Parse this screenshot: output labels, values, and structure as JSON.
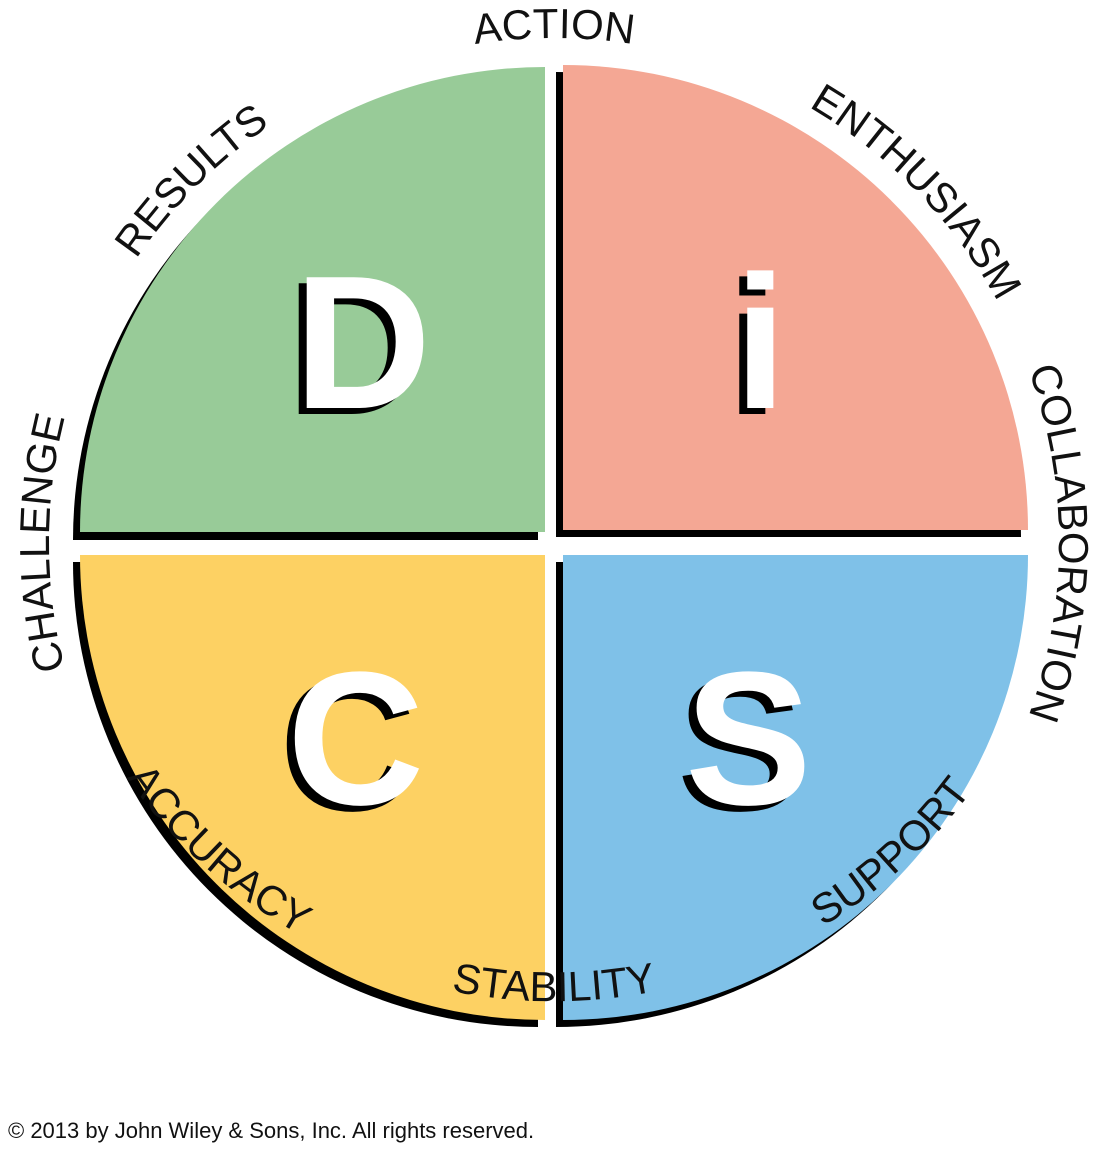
{
  "diagram": {
    "title": "DiSC",
    "quadrants": [
      {
        "id": "D",
        "letter": "D",
        "color": "#98CB98",
        "position": "top-left"
      },
      {
        "id": "i",
        "letter": "i",
        "color": "#F4A794",
        "position": "top-right"
      },
      {
        "id": "C",
        "letter": "C",
        "color": "#FDD163",
        "position": "bottom-left"
      },
      {
        "id": "S",
        "letter": "S",
        "color": "#7FC1E8",
        "position": "bottom-right"
      }
    ],
    "ring_labels": {
      "top": "ACTION",
      "top_right": "ENTHUSIASM",
      "right": "COLLABORATION",
      "bottom_right": "SUPPORT",
      "bottom": "STABILITY",
      "bottom_left": "ACCURACY",
      "left": "CHALLENGE",
      "top_left": "RESULTS"
    },
    "shadow_color": "#000000"
  },
  "footer": {
    "copyright": "© 2013 by John Wiley & Sons, Inc. All rights reserved."
  }
}
